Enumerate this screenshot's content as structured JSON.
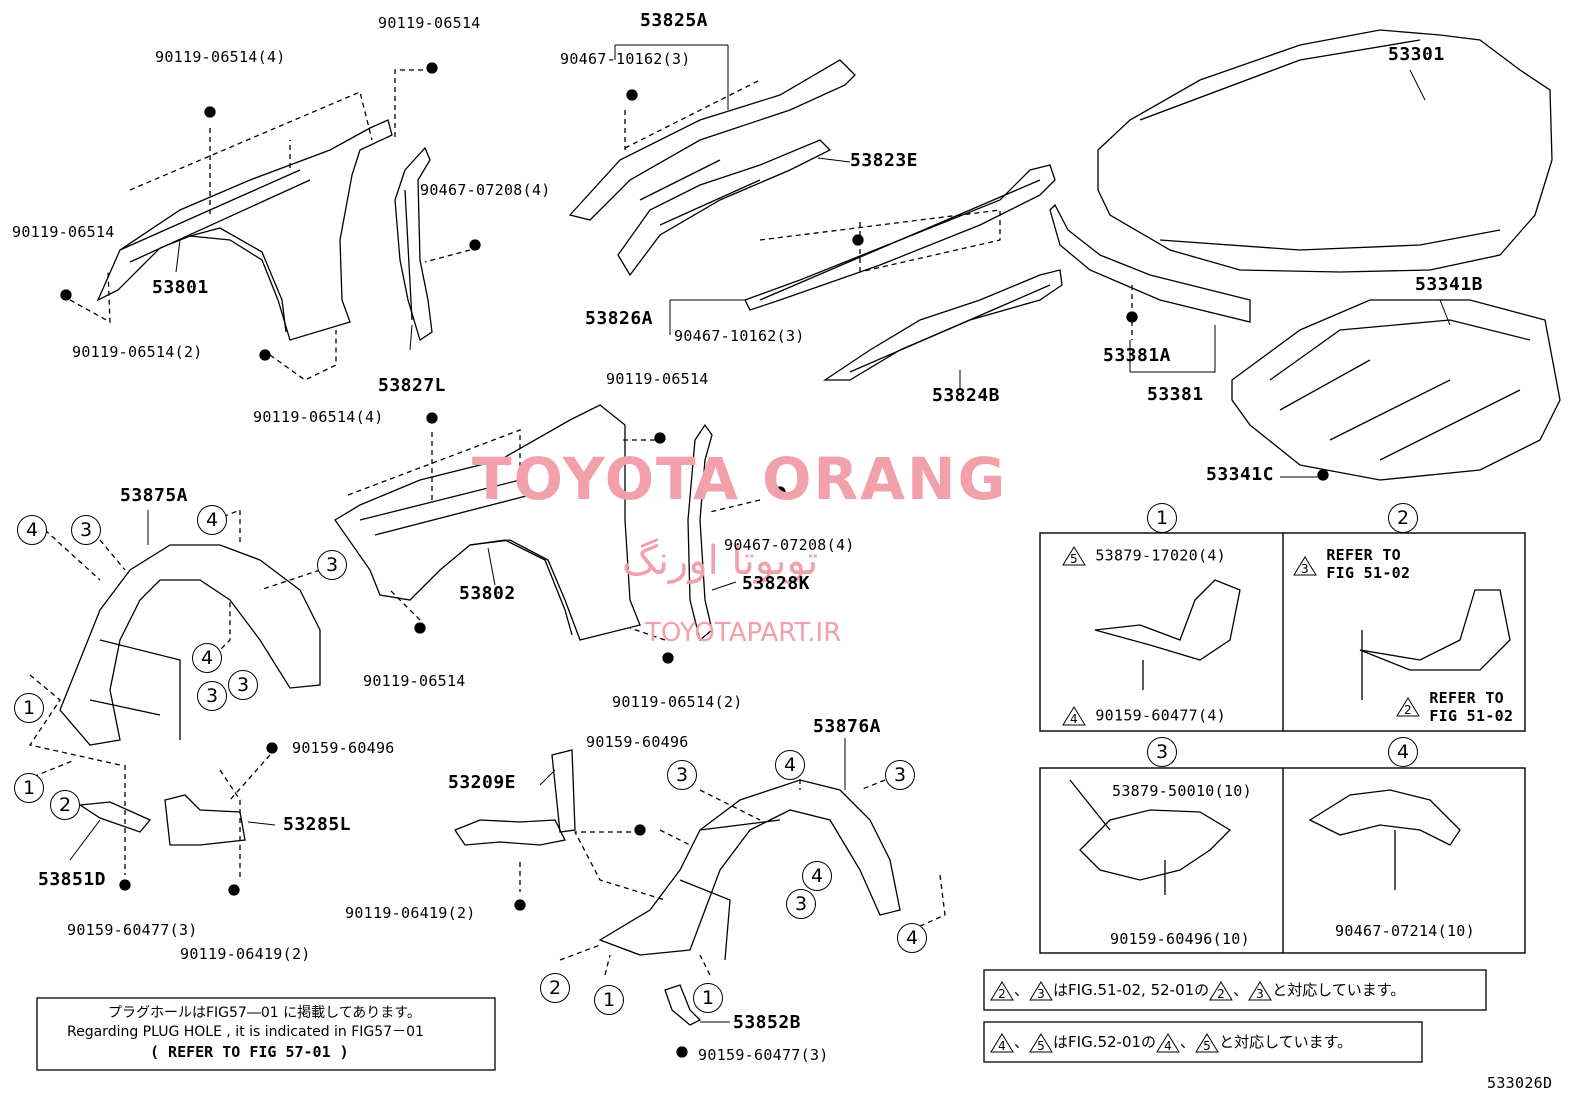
{
  "part_labels": {
    "p_90119_06514_4_a": "90119-06514(4)",
    "p_90119_06514_top": "90119-06514",
    "p_90119_06514_left": "90119-06514",
    "p_53801": "53801",
    "p_90119_06514_2_a": "90119-06514(2)",
    "p_90467_07208_4_a": "90467-07208(4)",
    "p_53827L": "53827L",
    "p_53825A": "53825A",
    "p_90467_10162_3_a": "90467-10162(3)",
    "p_53823E": "53823E",
    "p_53826A": "53826A",
    "p_90467_10162_3_b": "90467-10162(3)",
    "p_53824B": "53824B",
    "p_53301": "53301",
    "p_53341B": "53341B",
    "p_53381A": "53381A",
    "p_53381": "53381",
    "p_53341C": "53341C",
    "p_90119_06514_mid": "90119-06514",
    "p_90119_06514_4_b": "90119-06514(4)",
    "p_90467_07208_4_b": "90467-07208(4)",
    "p_53828K": "53828K",
    "p_53802": "53802",
    "p_90119_06514_bot": "90119-06514",
    "p_90119_06514_2_b": "90119-06514(2)",
    "p_53875A": "53875A",
    "p_90159_60496_a": "90159-60496",
    "p_53285L": "53285L",
    "p_53851D": "53851D",
    "p_90159_60477_3_a": "90159-60477(3)",
    "p_90119_06419_2_a": "90119-06419(2)",
    "p_90159_60496_b": "90159-60496",
    "p_53209E": "53209E",
    "p_90119_06419_2_b": "90119-06419(2)",
    "p_53876A": "53876A",
    "p_53852B": "53852B",
    "p_90159_60477_3_b": "90159-60477(3)",
    "fig_code": "533026D"
  },
  "detail_panels": {
    "d1": {
      "num": "1",
      "a": "53879-17020(4)",
      "a_tri": "5",
      "b": "90159-60477(4)",
      "b_tri": "4"
    },
    "d2": {
      "num": "2",
      "r1a": "REFER TO",
      "r1b": "FIG 51-02",
      "r1_tri": "3",
      "r2a": "REFER TO",
      "r2b": "FIG 51-02",
      "r2_tri": "2"
    },
    "d3": {
      "num": "3",
      "a": "53879-50010(10)",
      "b": "90159-60496(10)"
    },
    "d4": {
      "num": "4",
      "a": "90467-07214(10)"
    }
  },
  "notes": {
    "plug_jp": "プラグホールはFIG57―01 に掲載してあります。",
    "plug_en": "Regarding PLUG HOLE , it is indicated in FIG57－01",
    "plug_ref": "(  REFER TO FIG 57-01  )",
    "tri_note_1": {
      "t1": "2",
      "t2": "3",
      "mid": "はFIG.51-02, 52-01の",
      "t3": "2",
      "t4": "3",
      "end": "と対応しています。"
    },
    "tri_note_2": {
      "t1": "4",
      "t2": "5",
      "mid": "はFIG.52-01の",
      "t3": "4",
      "t4": "5",
      "end": "と対応しています。"
    },
    "sep": "、"
  },
  "callouts": {
    "one": "1",
    "two": "2",
    "three": "3",
    "four": "4"
  },
  "watermark": {
    "brand": "TOYOTA ORANG",
    "persian": "تویوتا اورنگ",
    "site": "TOYOTAPART.IR"
  }
}
